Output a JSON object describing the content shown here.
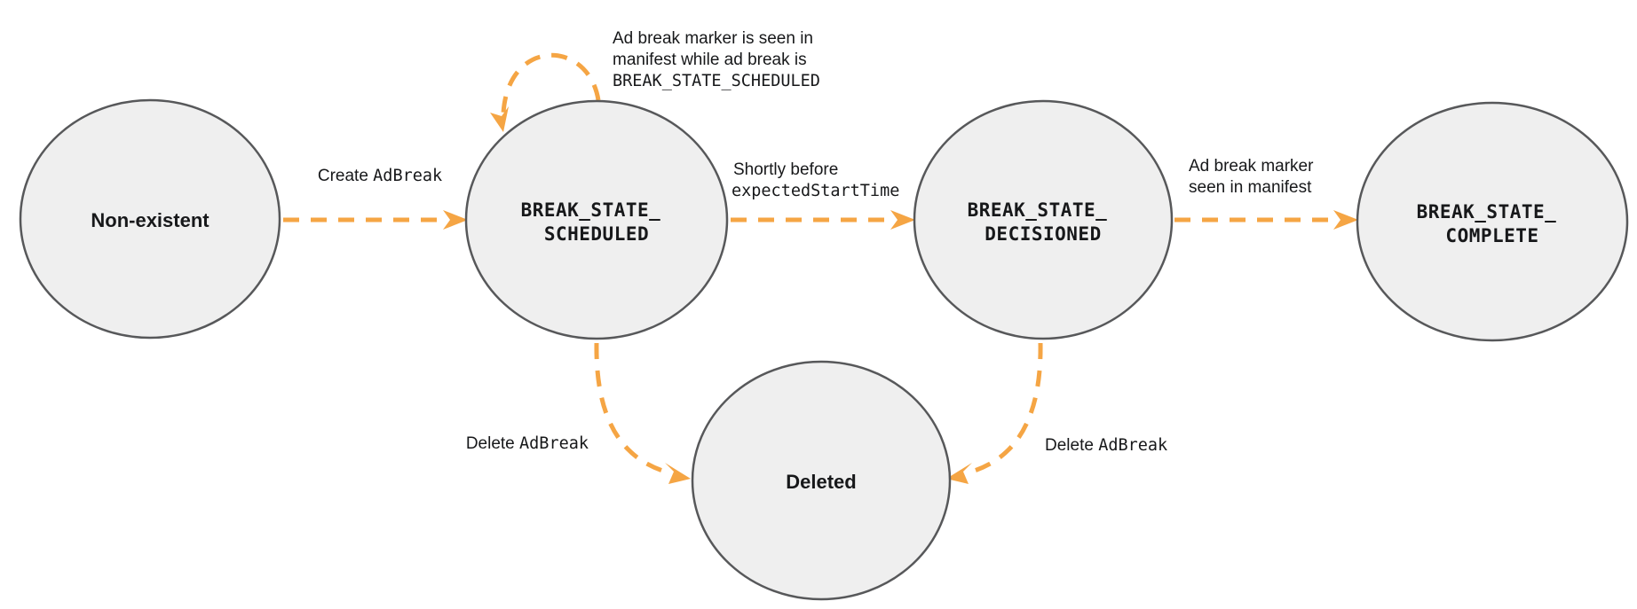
{
  "colors": {
    "arrow": "#f5a544",
    "nodeFill": "#efefef",
    "nodeStroke": "#57585a",
    "text": "#17181a"
  },
  "states": {
    "nonExistent": {
      "label": "Non-existent"
    },
    "scheduled": {
      "line1": "BREAK_STATE_",
      "line2": "SCHEDULED"
    },
    "decisioned": {
      "line1": "BREAK_STATE_",
      "line2": "DECISIONED"
    },
    "complete": {
      "line1": "BREAK_STATE_",
      "line2": "COMPLETE"
    },
    "deleted": {
      "label": "Deleted"
    }
  },
  "transitions": {
    "create": {
      "prefix": "Create ",
      "code": "AdBreak"
    },
    "selfLoop": {
      "line1": "Ad break marker is seen in",
      "line2": "manifest while ad break is",
      "code": "BREAK_STATE_SCHEDULED"
    },
    "toDecisioned": {
      "line1": "Shortly before",
      "code": "expectedStartTime"
    },
    "toComplete": {
      "line1": "Ad break marker",
      "line2": "seen in manifest"
    },
    "deleteFromScheduled": {
      "prefix": "Delete ",
      "code": "AdBreak"
    },
    "deleteFromDecisioned": {
      "prefix": "Delete ",
      "code": "AdBreak"
    }
  }
}
